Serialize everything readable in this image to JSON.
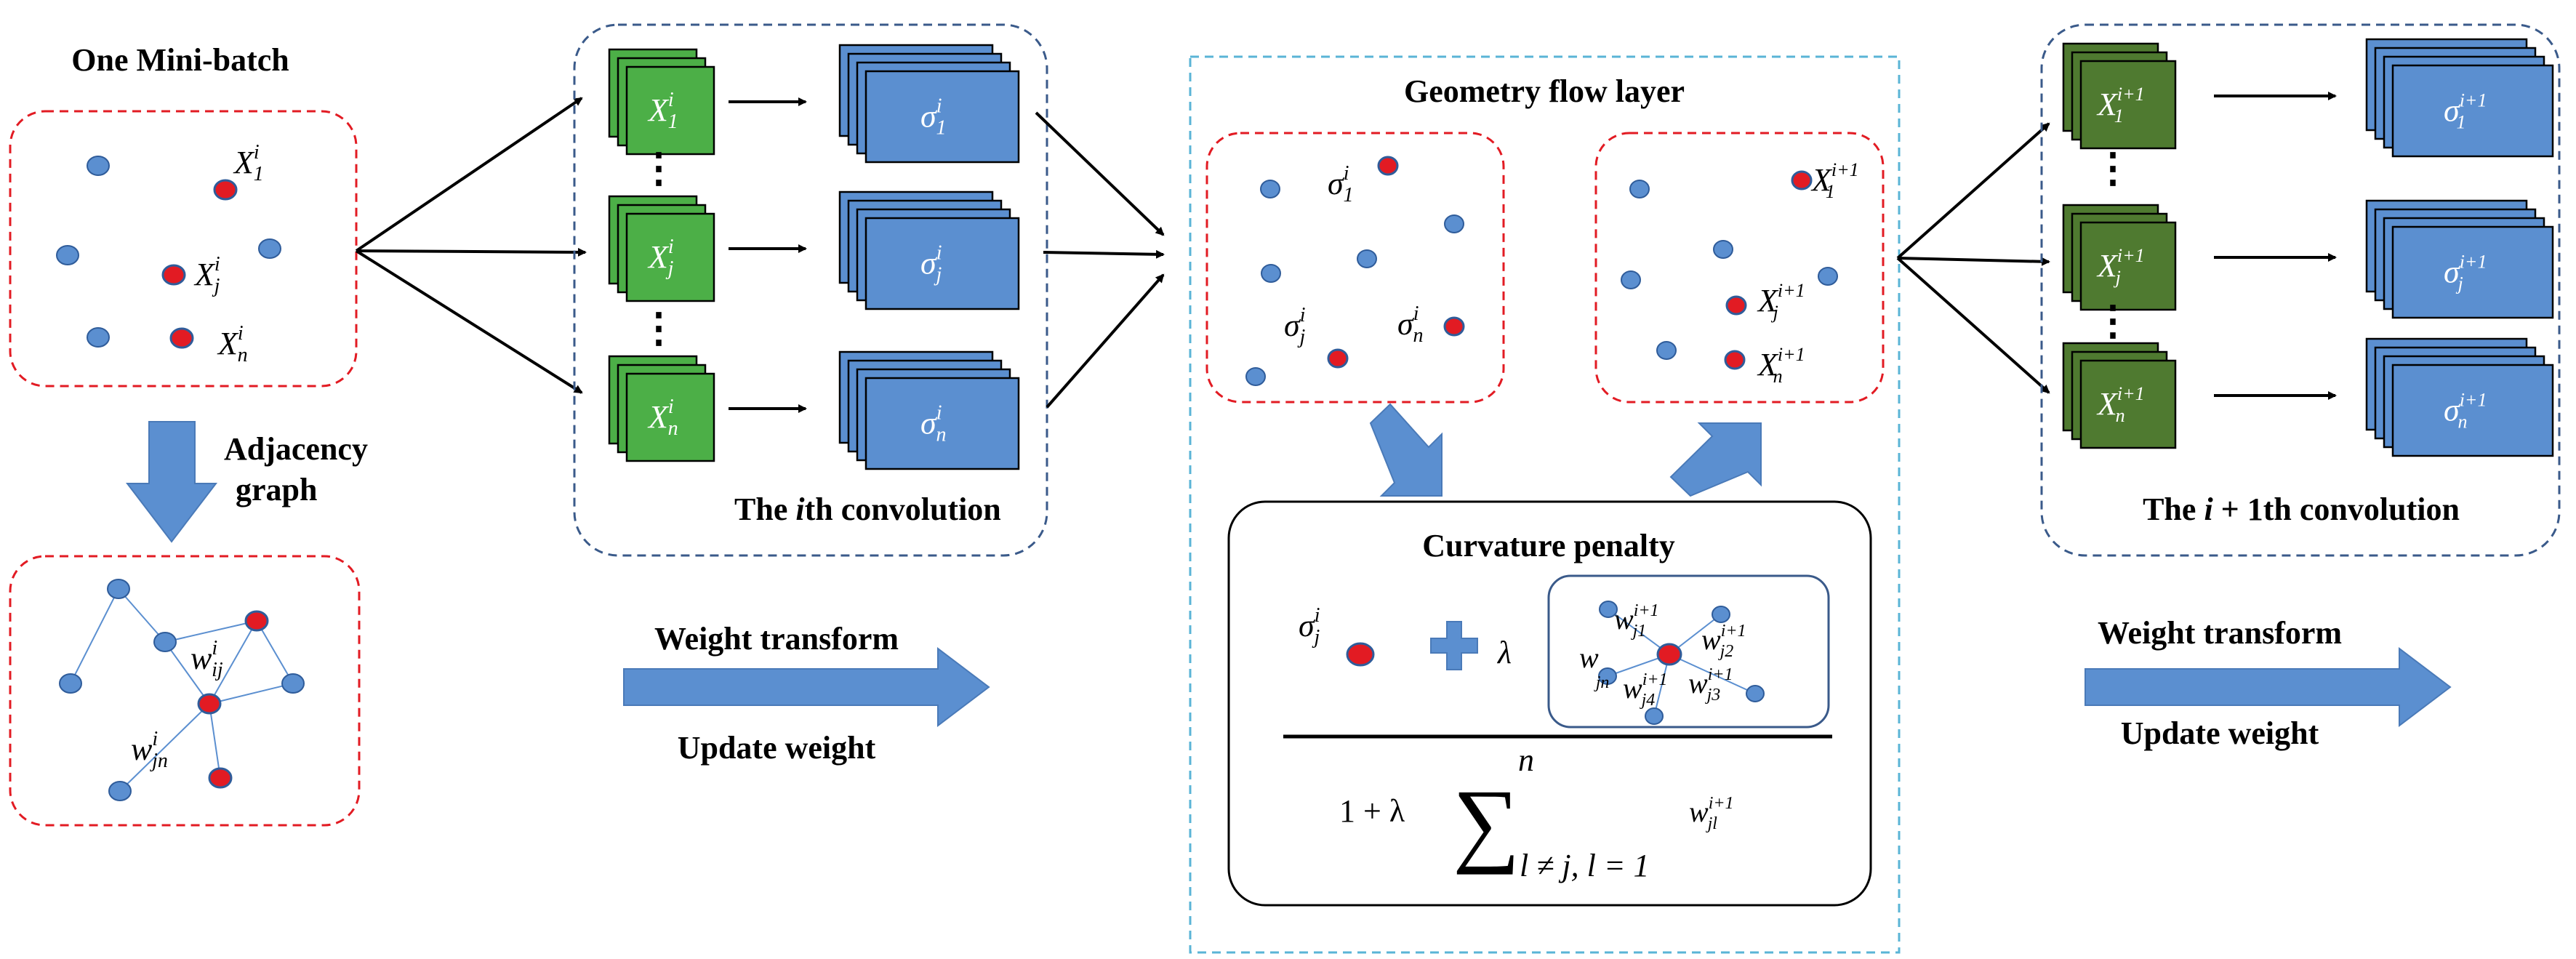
{
  "colors": {
    "node_blue": "#5b8fd0",
    "node_red": "#e21b23",
    "node_stroke": "#2f5c9a",
    "box_blue": "#5b8fd0",
    "box_green_light": "#4caf47",
    "box_green_dark": "#4f7a30",
    "arrow_fill": "#5b8fd0",
    "dashed_red": "#e21b23",
    "dashed_navy": "#3a5a8a",
    "dashed_cyan": "#5ab4d6"
  },
  "minibatch": {
    "title": "One Mini-batch",
    "x1": "X",
    "x1_sub": "1",
    "x1_sup": "i",
    "xj": "X",
    "xj_sub": "j",
    "xj_sup": "i",
    "xn": "X",
    "xn_sub": "n",
    "xn_sup": "i"
  },
  "adjacency": {
    "label_line1": "Adjacency",
    "label_line2": "graph",
    "w_ij": "w",
    "w_ij_sub": "ij",
    "w_ij_sup": "i",
    "w_jn": "w",
    "w_jn_sub": "jn",
    "w_jn_sup": "i"
  },
  "conv_i": {
    "title_prefix": "The ",
    "title_ital": "i",
    "title_suffix": "th convolution",
    "x_sym": "X",
    "sigma_sym": "σ",
    "subs": [
      "1",
      "j",
      "n"
    ],
    "sup": "i",
    "dots": "⋮"
  },
  "weight_left": {
    "transform": "Weight transform",
    "update": "Update weight"
  },
  "geometry": {
    "title": "Geometry flow layer",
    "sigma_sym": "σ",
    "sup_i": "i",
    "sub1": "1",
    "subj": "j",
    "subn": "n",
    "x_sym": "X",
    "sup_i1": "i+1"
  },
  "curvature": {
    "title": "Curvature penalty",
    "sigma_sym": "σ",
    "sigma_sub": "j",
    "sigma_sup": "i",
    "plus": "✚",
    "lambda": "λ",
    "w_sym": "w",
    "w_sup": "i+1",
    "w_subs": [
      "j1",
      "j2",
      "jn",
      "j4",
      "j3"
    ],
    "den_prefix": "1 + λ",
    "sum_symbol": "∑",
    "sum_upper": "n",
    "sum_lower": "l ≠ j, l = 1",
    "den_w_sub": "jl",
    "den_w_sup": "i+1"
  },
  "conv_i1": {
    "title_prefix": "The ",
    "title_ital": "i",
    "title_suffix": " + 1th convolution",
    "x_sym": "X",
    "sigma_sym": "σ",
    "subs": [
      "1",
      "j",
      "n"
    ],
    "sup": "i+1",
    "dots": "⋮"
  },
  "weight_right": {
    "transform": "Weight transform",
    "update": "Update weight"
  }
}
